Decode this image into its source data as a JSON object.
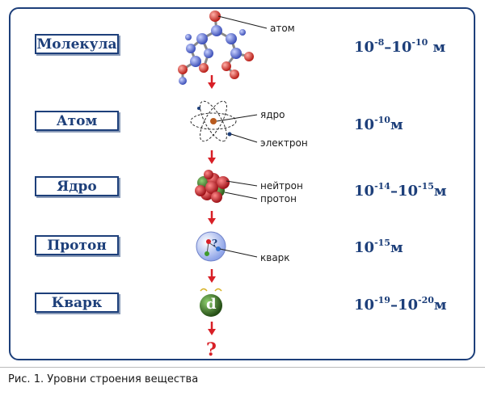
{
  "levels": [
    {
      "name": "Молекула",
      "base": "10",
      "exp1": "-8",
      "dash": "–",
      "base2": "10",
      "exp2": "-10",
      "unit": "м"
    },
    {
      "name": "Атом",
      "base": "10",
      "exp1": "-10",
      "unit": "м"
    },
    {
      "name": "Ядро",
      "base": "10",
      "exp1": "-14",
      "dash": "–",
      "base2": "10",
      "exp2": "-15",
      "unit": "м"
    },
    {
      "name": "Протон",
      "base": "10",
      "exp1": "-15",
      "unit": "м"
    },
    {
      "name": "Кварк",
      "base": "10",
      "exp1": "-19",
      "dash": "–",
      "base2": "10",
      "exp2": "-20",
      "unit": "м"
    }
  ],
  "labels": {
    "atom": "атом",
    "nucleus": "ядро",
    "electron": "электрон",
    "neutron": "нейтрон",
    "proton": "протон",
    "quark": "кварк"
  },
  "quark_letter": "d",
  "unknown": "?",
  "caption": "Рис. 1. Уровни строения вещества",
  "colors": {
    "frame": "#1d3f7a",
    "arrow": "#d81f26",
    "carbon": "#5b6fd6",
    "oxygen": "#e0332b",
    "nucleon": "#c8232a",
    "neutron": "#3f7a2c",
    "proton_sphere": "#b9c8f2",
    "quark_sphere": "#3f7a2c"
  }
}
